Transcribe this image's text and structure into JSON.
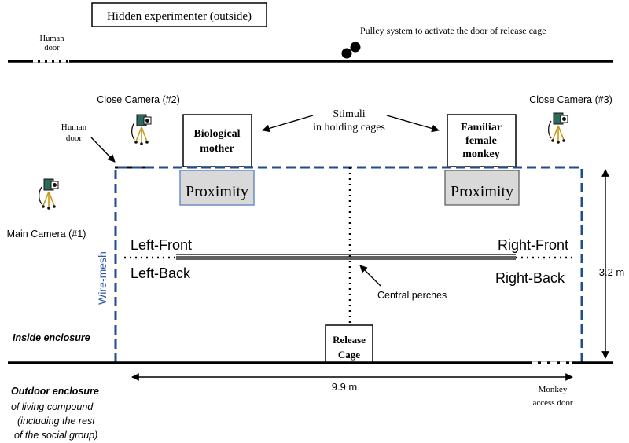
{
  "labels": {
    "experimenter": "Hidden experimenter (outside)",
    "pulley": "Pulley system to activate the door of release cage",
    "human_door_top_line1": "Human",
    "human_door_top_line2": "door",
    "close_camera_2": "Close Camera (#2)",
    "close_camera_3": "Close Camera (#3)",
    "stimuli_line1": "Stimuli",
    "stimuli_line2": "in holding cages",
    "bio_mother_line1": "Biological",
    "bio_mother_line2": "mother",
    "familiar_line1": "Familiar",
    "familiar_line2": "female",
    "familiar_line3": "monkey",
    "human_door_left_line1": "Human",
    "human_door_left_line2": "door",
    "proximity_left": "Proximity",
    "proximity_right": "Proximity",
    "main_camera": "Main Camera (#1)",
    "left_front": "Left-Front",
    "left_back": "Left-Back",
    "right_front": "Right-Front",
    "right_back": "Right-Back",
    "wire_mesh": "Wire-mesh",
    "height_dim": "3.2 m",
    "central_perches": "Central perches",
    "inside_enclosure": "Inside enclosure",
    "release_cage_line1": "Release",
    "release_cage_line2": "Cage",
    "width_dim": "9.9 m",
    "outdoor_line1": "Outdoor enclosure",
    "outdoor_line2": "of living compound",
    "outdoor_line3": "(including the rest",
    "outdoor_line4": "of the social group)",
    "monkey_door_line1": "Monkey",
    "monkey_door_line2": "access door"
  },
  "icons": {
    "camera": "camera-on-tripod-icon",
    "pulley": "pulley-icon"
  },
  "colors": {
    "mesh": "#1f4e8c",
    "wire_mesh_text": "#2e5aa8",
    "proximity_fill": "#d9d9d9",
    "proximity_border_left": "#6a8fc7",
    "camera_body": "#2d6a5e",
    "camera_legs": "#c79a1e"
  }
}
